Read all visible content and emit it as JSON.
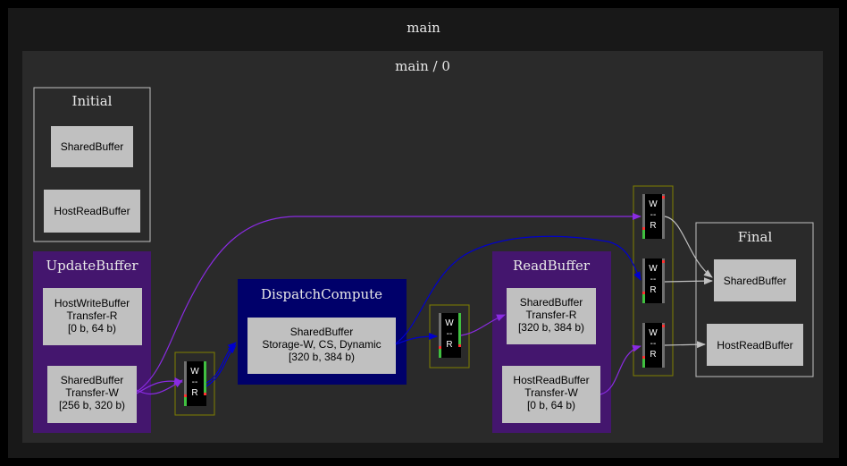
{
  "graph": {
    "title": "main",
    "subgraph_title": "main / 0"
  },
  "clusters": {
    "initial": {
      "title": "Initial",
      "nodes": [
        "SharedBuffer",
        "HostReadBuffer"
      ]
    },
    "update_buffer": {
      "title": "UpdateBuffer",
      "nodes": [
        [
          "HostWriteBuffer",
          "Transfer-R",
          "[0 b, 64 b)"
        ],
        [
          "SharedBuffer",
          "Transfer-W",
          "[256 b, 320 b)"
        ]
      ]
    },
    "dispatch_compute": {
      "title": "DispatchCompute",
      "nodes": [
        [
          "SharedBuffer",
          "Storage-W, CS, Dynamic",
          "[320 b, 384 b)"
        ]
      ]
    },
    "read_buffer": {
      "title": "ReadBuffer",
      "nodes": [
        [
          "SharedBuffer",
          "Transfer-R",
          "[320 b, 384 b)"
        ],
        [
          "HostReadBuffer",
          "Transfer-W",
          "[0 b, 64 b)"
        ]
      ]
    },
    "final": {
      "title": "Final",
      "nodes": [
        "SharedBuffer",
        "HostReadBuffer"
      ]
    }
  },
  "barrier": {
    "line1": "W",
    "line2": "--",
    "line3": "R"
  },
  "colors": {
    "background": "#000000",
    "graph_bg": "#181818",
    "subgraph_bg": "#2a2a2a",
    "node_fill": "#c0c0c0",
    "update_buffer_bg": "#44166e",
    "dispatch_bg": "#00006a",
    "read_buffer_bg": "#44166e",
    "edge_purple": "#8a2be2",
    "edge_blue": "#0000cd",
    "edge_gray": "#c0c0c0",
    "barrier_border": "#808000"
  }
}
